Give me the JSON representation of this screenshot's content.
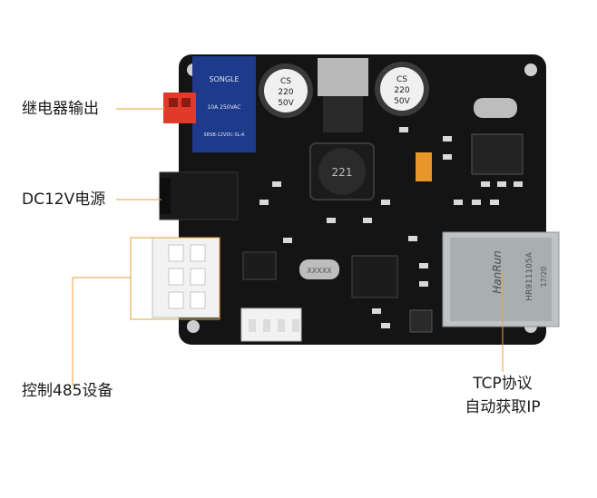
{
  "labels": {
    "relay_output": "继电器输出",
    "dc_power": "DC12V电源",
    "control_485": "控制485设备",
    "tcp_line1": "TCP协议",
    "tcp_line2": "自动获取IP"
  },
  "board_markings": {
    "cap_left": [
      "CS",
      "220",
      "50V"
    ],
    "cap_right": [
      "CS",
      "220",
      "50V"
    ],
    "relay_brand": "SONGLE",
    "relay_rating": "10A 250VAC",
    "relay_model": "SRSB-12VDC-SL-A",
    "inductor": "221",
    "crystal": "XXXXX",
    "rj45_brand": "HanRun",
    "rj45_model": "HR911105A",
    "rj45_code": "17/20"
  },
  "colors": {
    "pcb": "#141414",
    "relay": "#1e3a8a",
    "terminal_red": "#e23a2a",
    "connector_white": "#f2f2f2",
    "rj45_metal": "#bfc3c6"
  }
}
